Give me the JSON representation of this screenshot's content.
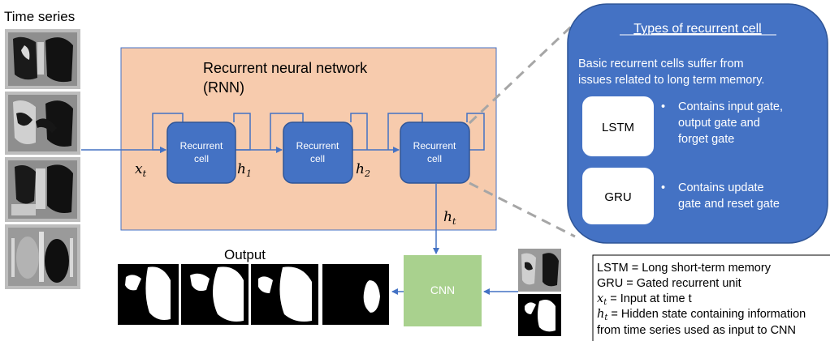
{
  "time_series": {
    "title": "Time series",
    "frames": 4
  },
  "rnn": {
    "title_line1": "Recurrent neural network",
    "title_line2": "(RNN)",
    "cells": [
      "Recurrent\ncell",
      "Recurrent\ncell",
      "Recurrent\ncell"
    ],
    "input_label": {
      "base": "x",
      "sub": "t"
    },
    "hidden_labels": [
      {
        "base": "h",
        "sub": "1"
      },
      {
        "base": "h",
        "sub": "2"
      }
    ],
    "output_label": {
      "base": "h",
      "sub": "t"
    }
  },
  "callout": {
    "title": "Types of recurrent cell",
    "intro": "Basic recurrent cells suffer from issues related to long term memory.",
    "cells": [
      {
        "name": "LSTM",
        "bullet": "•",
        "description": "Contains input gate, output gate and forget gate"
      },
      {
        "name": "GRU",
        "bullet": "•",
        "description": "Contains update gate and reset gate"
      }
    ]
  },
  "cnn": {
    "label": "CNN"
  },
  "output": {
    "title": "Output",
    "masks": 4
  },
  "legend": [
    {
      "text": "LSTM = Long short-term memory"
    },
    {
      "text": "GRU = Gated recurrent unit"
    },
    {
      "symbol": {
        "base": "x",
        "sub": "t"
      },
      "text": " = Input at time t"
    },
    {
      "symbol": {
        "base": "h",
        "sub": "t"
      },
      "text": " = Hidden state containing information"
    },
    {
      "text": "from time series used as input to CNN"
    }
  ],
  "colors": {
    "rnn_fill": "#f7cbad",
    "cell_fill": "#4472c4",
    "cell_border": "#2f5597",
    "arrow": "#4472c4",
    "callout_fill": "#4472c4",
    "cnn_fill": "#a9d18e",
    "dashed": "#a6a6a6"
  }
}
